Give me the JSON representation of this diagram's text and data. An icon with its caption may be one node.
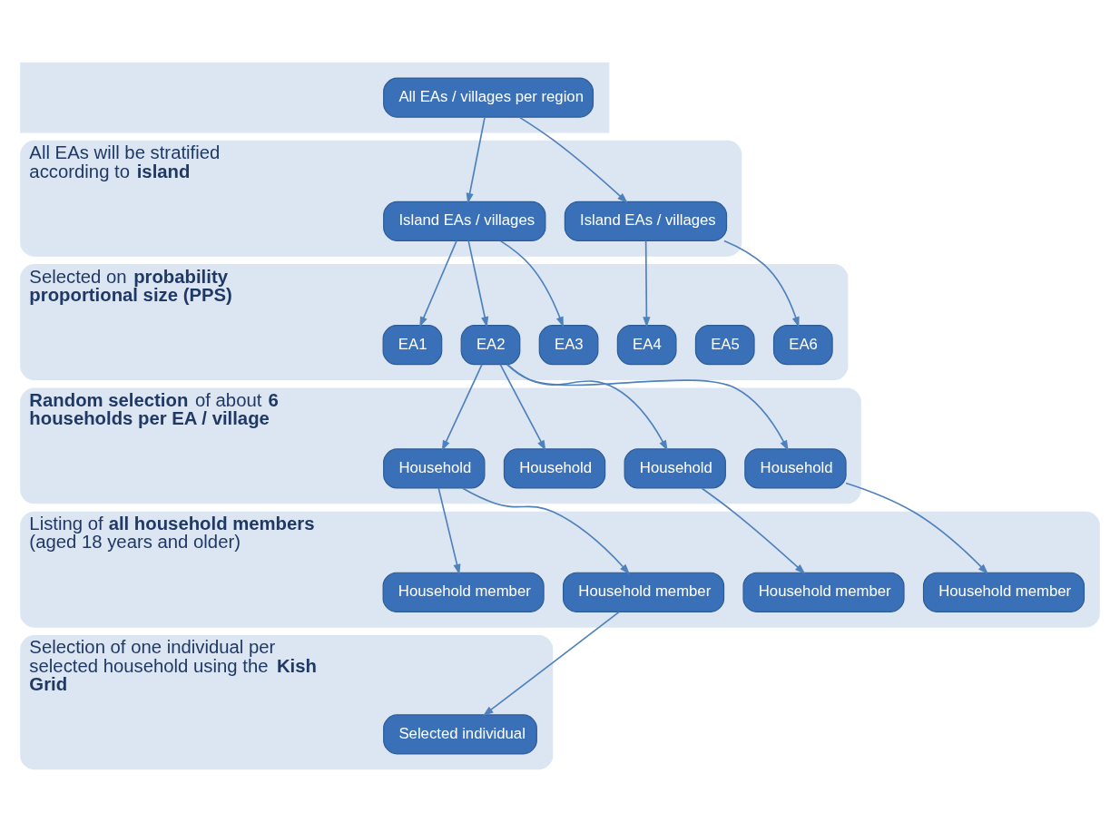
{
  "diagram": {
    "nodes": [
      {
        "text": [],
        "shape": "box"
      },
      {
        "text": [
          "All EAs / villages per region"
        ],
        "in": 0
      },
      {
        "text": [
          "All EAs will be stratified according to **island**"
        ]
      },
      {
        "text": [
          "Island EAs / villages"
        ],
        "in": 2
      },
      {
        "text": [
          "Island EAs / villages"
        ],
        "in": 2
      },
      {
        "text": [
          "Selected on **probability proportional size (PPS)**"
        ]
      },
      {
        "text": [
          "EA1"
        ],
        "in": 5
      },
      {
        "text": [
          "EA2"
        ],
        "in": 5
      },
      {
        "text": [
          "EA3"
        ],
        "in": 5
      },
      {
        "text": [
          "EA4"
        ],
        "in": 5
      },
      {
        "text": [
          "EA5"
        ],
        "in": 5
      },
      {
        "text": [
          "EA6"
        ],
        "in": 5
      },
      {
        "text": [
          "**Random selection** of about **6 households per EA / village**"
        ]
      },
      {
        "text": [
          "Household"
        ],
        "in": 12
      },
      {
        "text": [
          "Household"
        ],
        "in": 12
      },
      {
        "text": [
          "Household"
        ],
        "in": 12
      },
      {
        "text": [
          "Household"
        ],
        "in": 12
      },
      {
        "text": [
          "Listing of **all household members** (aged 18 years and older)"
        ]
      },
      {
        "text": [
          "Household member"
        ],
        "in": 17
      },
      {
        "text": [
          "Household member"
        ],
        "in": 17
      },
      {
        "text": [
          "Household member"
        ],
        "in": 17
      },
      {
        "text": [
          "Household member"
        ],
        "in": 17
      },
      {
        "text": [
          "Selection of one individual per selected household using the **Kish Grid**"
        ]
      },
      {
        "text": [
          "Selected individual"
        ],
        "in": 22
      }
    ],
    "edges": [
      {
        "from": 1,
        "to": 3,
        "arrow": "to"
      },
      {
        "from": 1,
        "to": 4,
        "arrow": "to"
      },
      {
        "from": 3,
        "to": 6,
        "arrow": "to"
      },
      {
        "from": 3,
        "to": 7,
        "arrow": "to"
      },
      {
        "from": 3,
        "to": 8,
        "arrow": "to"
      },
      {
        "from": 4,
        "to": 9,
        "arrow": "to"
      },
      {
        "from": 4,
        "to": 11,
        "arrow": "to"
      },
      {
        "from": 7,
        "to": 13,
        "arrow": "to"
      },
      {
        "from": 7,
        "to": 14,
        "arrow": "to"
      },
      {
        "from": 7,
        "to": 15,
        "arrow": "to"
      },
      {
        "from": 7,
        "to": 16,
        "arrow": "to"
      },
      {
        "from": 13,
        "to": 18,
        "arrow": "to"
      },
      {
        "from": 13,
        "to": 19,
        "arrow": "to"
      },
      {
        "from": 15,
        "to": 20,
        "arrow": "to"
      },
      {
        "from": 16,
        "to": 21,
        "arrow": "to"
      },
      {
        "from": 19,
        "to": 23,
        "arrow": "to"
      }
    ]
  }
}
